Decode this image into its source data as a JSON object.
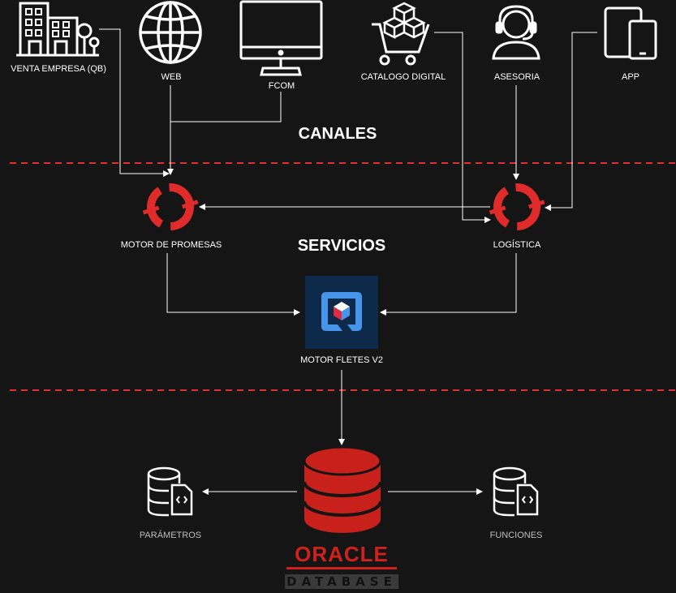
{
  "sections": {
    "canales": "CANALES",
    "servicios": "SERVICIOS"
  },
  "channels": {
    "venta_empresa": "VENTA EMPRESA (QB)",
    "web": "WEB",
    "fcom": "FCOM",
    "catalogo": "CATALOGO DIGITAL",
    "asesoria": "ASESORIA",
    "app": "APP"
  },
  "services": {
    "motor_promesas": "MOTOR DE PROMESAS",
    "logistica": "LOGÍSTICA",
    "motor_fletes": "MOTOR FLETES V2"
  },
  "database": {
    "parametros": "PARÁMETROS",
    "funciones": "FUNCIONES",
    "brand": "ORACLE",
    "product": "DATABASE"
  },
  "colors": {
    "background": "#151515",
    "divider": "#e03030",
    "openshift_red": "#e02b2b",
    "oracle_red": "#c8201a",
    "quarkus_bg": "#0d2a4a",
    "quarkus_blue": "#4695eb"
  },
  "icons": [
    "building-icon",
    "globe-icon",
    "monitor-icon",
    "shopping-cart-icon",
    "headset-icon",
    "devices-icon",
    "openshift-icon",
    "quarkus-icon",
    "database-icon",
    "database-file-icon"
  ]
}
